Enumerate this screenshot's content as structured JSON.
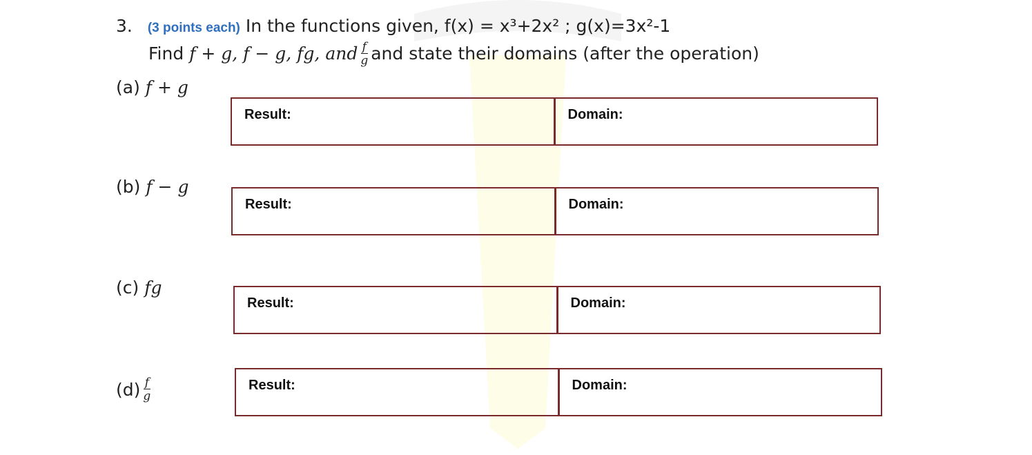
{
  "question": {
    "number": "3.",
    "points": "(3 points each)",
    "intro": "In the functions given, f(x) = x³+2x² ;  g(x)=3x²-1",
    "find_prefix": "Find",
    "ops_math": "f + g, f − g, fg, and",
    "frac_num": "f",
    "frac_den": "g",
    "find_suffix": "and state their domains (after the operation)"
  },
  "parts": [
    {
      "label": "(a)",
      "expr": "f + g",
      "result_label": "Result:",
      "domain_label": "Domain:"
    },
    {
      "label": "(b)",
      "expr": "f − g",
      "result_label": "Result:",
      "domain_label": "Domain:"
    },
    {
      "label": "(c)",
      "expr": "fg",
      "result_label": "Result:",
      "domain_label": "Domain:"
    },
    {
      "label": "(d)",
      "frac_num": "f",
      "frac_den": "g",
      "result_label": "Result:",
      "domain_label": "Domain:"
    }
  ]
}
